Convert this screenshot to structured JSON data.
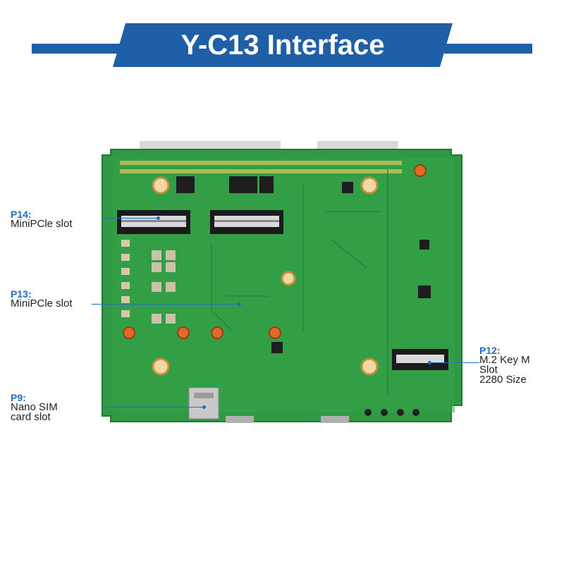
{
  "title": "Y-C13 Interface",
  "colors": {
    "accent": "#1f5fa8",
    "label_blue": "#1f6fc2",
    "pcb_green": "#2f9a43"
  },
  "callouts": {
    "p14": {
      "id": "P14:",
      "text": "MiniPCle slot"
    },
    "p13": {
      "id": "P13:",
      "text": "MiniPCle slot"
    },
    "p9": {
      "id": "P9:",
      "text": "Nano SIM\ncard slot"
    },
    "p12": {
      "id": "P12:",
      "text": "M.2 Key M\nSlot\n2280 Size"
    }
  }
}
